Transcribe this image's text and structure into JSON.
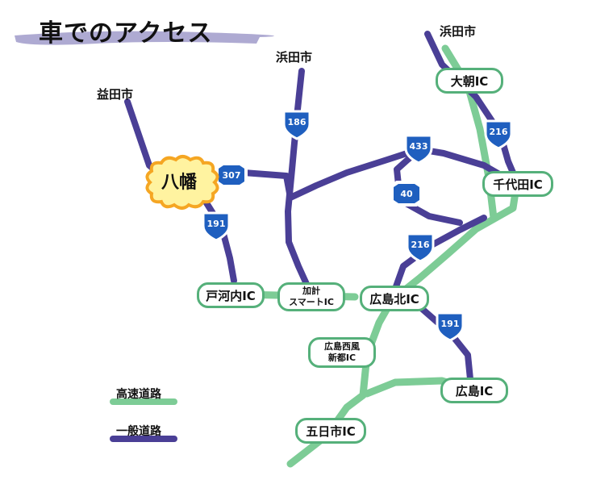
{
  "title": "車でのアクセス",
  "destination": "八幡",
  "cities": {
    "masuda": "益田市",
    "hamada_center": "浜田市",
    "hamada_right": "浜田市"
  },
  "interchanges": {
    "oasa": "大朝IC",
    "chiyoda": "千代田IC",
    "tokochi": "戸河内IC",
    "kake_line1": "加計",
    "kake_line2": "スマートIC",
    "hiroshima_kita": "広島北IC",
    "hiroshima_seifu_line1": "広島西風",
    "hiroshima_seifu_line2": "新都IC",
    "hiroshima": "広島IC",
    "itsukaichi": "五日市IC"
  },
  "routes": {
    "r307": "307",
    "r186": "186",
    "r191_upper": "191",
    "r191_lower": "191",
    "r433": "433",
    "r40": "40",
    "r216_upper": "216",
    "r216_lower": "216"
  },
  "legend": {
    "expressway": "高速道路",
    "general_road": "一般道路"
  },
  "colors": {
    "expressway": "#7dcc96",
    "general_road": "#4a3f96",
    "route_shield": "#1f5fbf",
    "yahata_fill": "#fff3a0",
    "yahata_border": "#f5a623"
  }
}
